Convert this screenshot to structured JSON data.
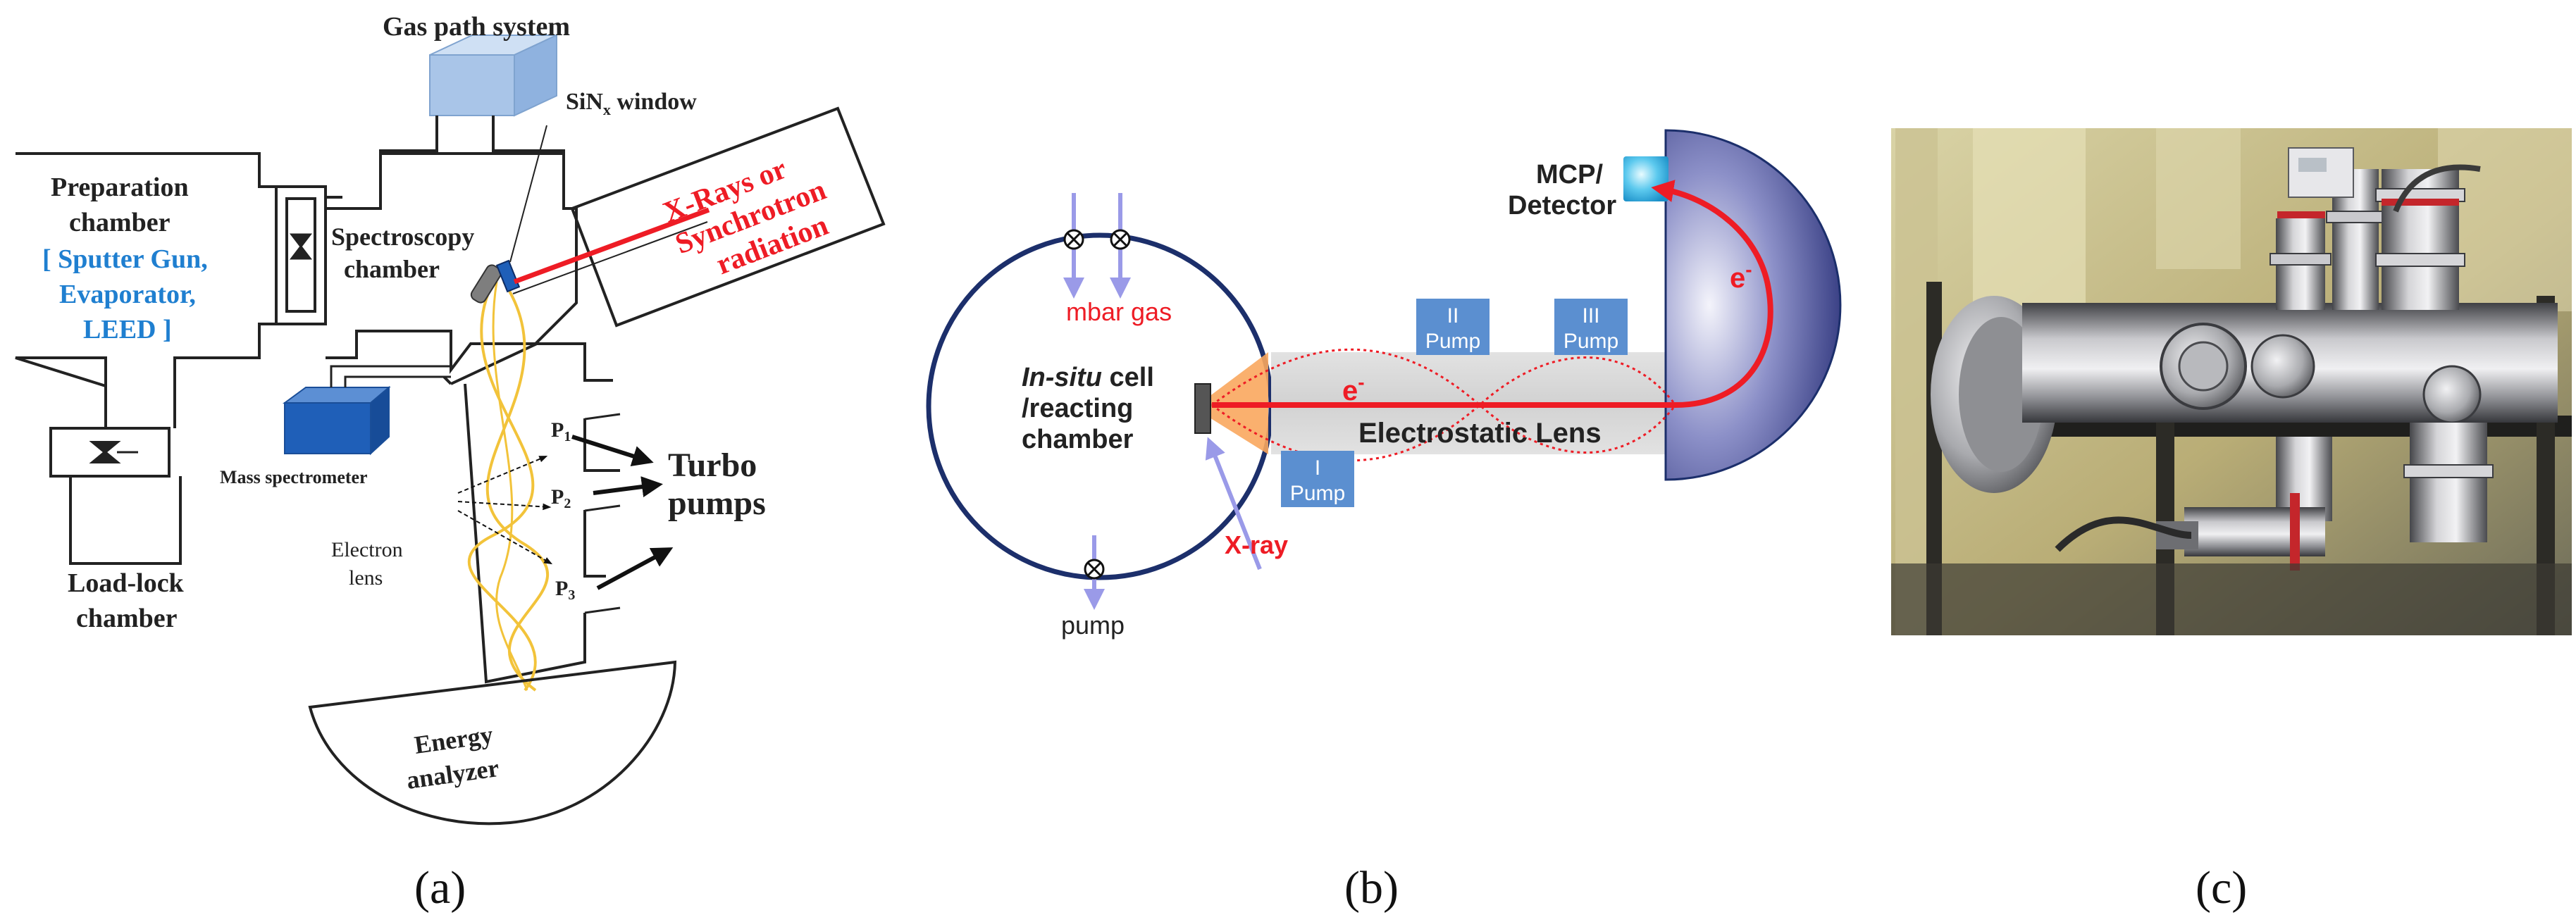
{
  "panel_a": {
    "gas_path_label": "Gas path system",
    "window_label": "SiN",
    "window_sub": "x",
    "window_suffix": " window",
    "prep_line1": "Preparation",
    "prep_line2": "chamber",
    "prep_tools_1": "[ Sputter Gun,",
    "prep_tools_2": "Evaporator,",
    "prep_tools_3": "LEED ]",
    "spec_line1": "Spectroscopy",
    "spec_line2": "chamber",
    "xray_line1": "X-Rays or",
    "xray_line2": "Synchrotron",
    "xray_line3": "radiation",
    "mass_spec_label": "Mass spectrometer",
    "p1": "P",
    "p2": "P",
    "p3": "P",
    "p1_sub": "1",
    "p2_sub": "2",
    "p3_sub": "3",
    "turbo_line1": "Turbo",
    "turbo_line2": "pumps",
    "lens_line1": "Electron",
    "lens_line2": "lens",
    "loadlock_line1": "Load-lock",
    "loadlock_line2": "chamber",
    "analyzer_line1": "Energy",
    "analyzer_line2": "analyzer",
    "caption": "(a)"
  },
  "panel_b": {
    "gas_label": "mbar gas",
    "cell_line1_italic": "In-situ",
    "cell_line1_rest": " cell",
    "cell_line2": "/reacting",
    "cell_line3": "chamber",
    "xray_label": "X-ray",
    "pump_label": "pump",
    "pump1_num": "I",
    "pump2_num": "II",
    "pump3_num": "III",
    "pump_word": "Pump",
    "lens_label": "Electrostatic Lens",
    "electron_label": "e",
    "electron_sup": "-",
    "detector_line1": "MCP/",
    "detector_line2": "Detector",
    "caption": "(b)"
  },
  "panel_c": {
    "caption": "(c)"
  },
  "colors": {
    "blue_text": "#1f7fd0",
    "red": "#ee1c25",
    "navy": "#1c2f6b",
    "pump_box": "#5b8fd0",
    "arrow_lavender": "#9a9ae8",
    "gold": "#f2c33a",
    "box_blue": "#1f5fb8",
    "cube_blue": "#a9c5e8"
  }
}
